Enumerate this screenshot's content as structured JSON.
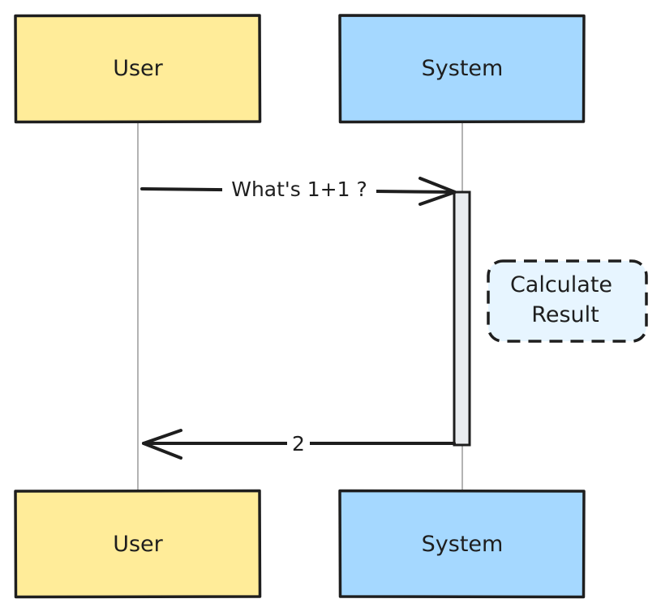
{
  "actors": {
    "user": {
      "label": "User",
      "fill": "#ffec99"
    },
    "system": {
      "label": "System",
      "fill": "#a5d8ff"
    }
  },
  "messages": [
    {
      "from": "User",
      "to": "System",
      "label": "What's 1+1 ?"
    },
    {
      "from": "System",
      "to": "User",
      "label": "2"
    }
  ],
  "note": {
    "line1": "Calculate",
    "line2": "Result",
    "fill": "#e7f5ff"
  },
  "colors": {
    "stroke": "#1e1e1e",
    "lifeline": "#9a9a9a",
    "activation": "#e9ecef"
  }
}
